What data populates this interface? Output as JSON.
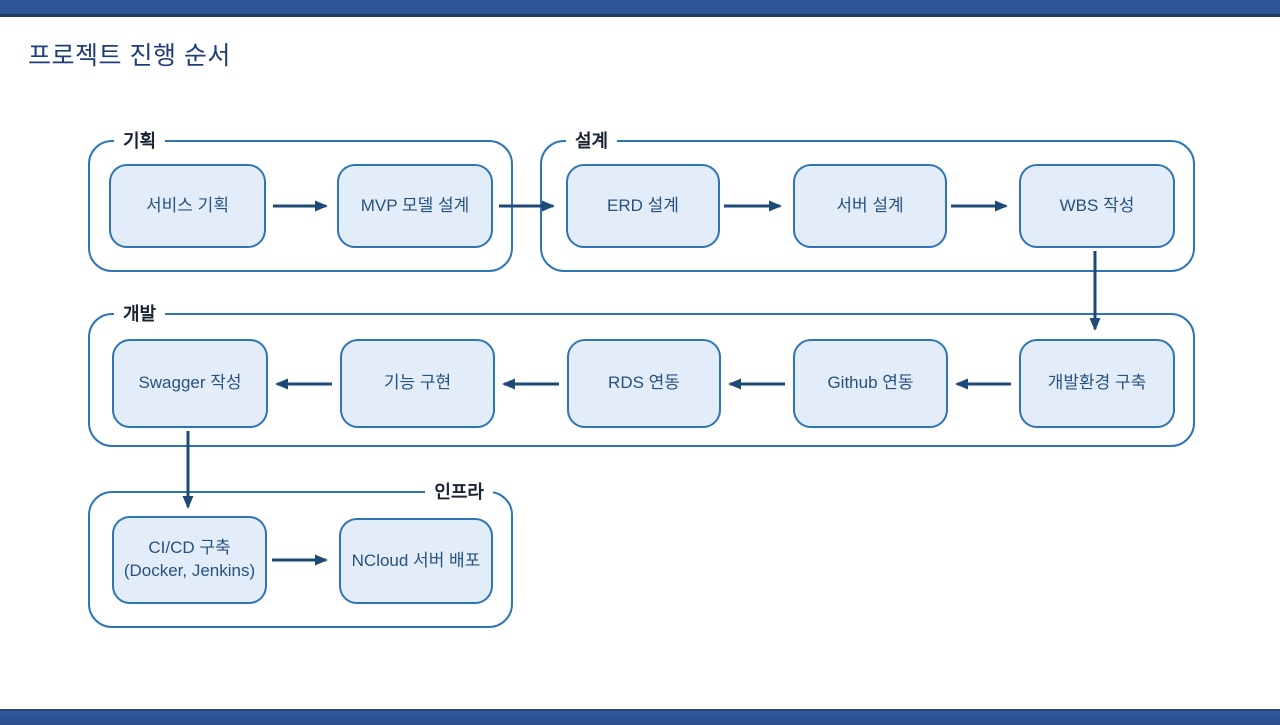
{
  "title": "프로젝트 진행 순서",
  "colors": {
    "accent_bar": "#2F5596",
    "title_text": "#1E3E7B",
    "group_border": "#2E75B6",
    "node_fill": "#E3EDF9",
    "node_border": "#2E75B6",
    "node_text": "#27517E",
    "arrow": "#1F4977"
  },
  "groups": [
    {
      "id": "planning",
      "label": "기획",
      "boxes": [
        {
          "label": "서비스 기획"
        },
        {
          "label": "MVP 모델 설계"
        }
      ]
    },
    {
      "id": "design",
      "label": "설계",
      "boxes": [
        {
          "label": "ERD 설계"
        },
        {
          "label": "서버 설계"
        },
        {
          "label": "WBS 작성"
        }
      ]
    },
    {
      "id": "development",
      "label": "개발",
      "boxes": [
        {
          "label": "Swagger 작성"
        },
        {
          "label": "기능 구현"
        },
        {
          "label": "RDS 연동"
        },
        {
          "label": "Github 연동"
        },
        {
          "label": "개발환경 구축"
        }
      ]
    },
    {
      "id": "infra",
      "label": "인프라",
      "boxes": [
        {
          "label": "CI/CD 구축",
          "sublabel": "(Docker, Jenkins)"
        },
        {
          "label": "NCloud 서버 배포"
        }
      ]
    }
  ],
  "connections": [
    {
      "from": "서비스 기획",
      "to": "MVP 모델 설계"
    },
    {
      "from": "MVP 모델 설계",
      "to": "ERD 설계"
    },
    {
      "from": "ERD 설계",
      "to": "서버 설계"
    },
    {
      "from": "서버 설계",
      "to": "WBS 작성"
    },
    {
      "from": "WBS 작성",
      "to": "개발환경 구축"
    },
    {
      "from": "개발환경 구축",
      "to": "Github 연동"
    },
    {
      "from": "Github 연동",
      "to": "RDS 연동"
    },
    {
      "from": "RDS 연동",
      "to": "기능 구현"
    },
    {
      "from": "기능 구현",
      "to": "Swagger 작성"
    },
    {
      "from": "Swagger 작성",
      "to": "CI/CD 구축"
    },
    {
      "from": "CI/CD 구축",
      "to": "NCloud 서버 배포"
    }
  ]
}
